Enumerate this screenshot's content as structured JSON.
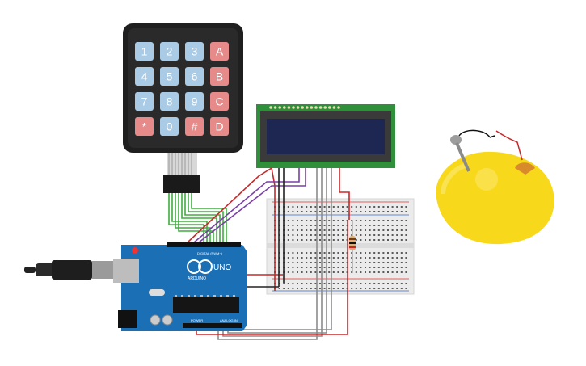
{
  "keypad": {
    "keys": [
      {
        "label": "1",
        "kind": "num"
      },
      {
        "label": "2",
        "kind": "num"
      },
      {
        "label": "3",
        "kind": "num"
      },
      {
        "label": "A",
        "kind": "letter"
      },
      {
        "label": "4",
        "kind": "num"
      },
      {
        "label": "5",
        "kind": "num"
      },
      {
        "label": "6",
        "kind": "num"
      },
      {
        "label": "B",
        "kind": "letter"
      },
      {
        "label": "7",
        "kind": "num"
      },
      {
        "label": "8",
        "kind": "num"
      },
      {
        "label": "9",
        "kind": "num"
      },
      {
        "label": "C",
        "kind": "letter"
      },
      {
        "label": "*",
        "kind": "letter"
      },
      {
        "label": "0",
        "kind": "num"
      },
      {
        "label": "#",
        "kind": "letter"
      },
      {
        "label": "D",
        "kind": "letter"
      }
    ]
  },
  "arduino": {
    "board_name": "UNO",
    "brand": "ARDUINO",
    "digital_label": "DIGITAL (PWM~)",
    "power_label": "POWER",
    "analog_label": "ANALOG IN"
  },
  "colors": {
    "keypad_body": "#1f1f1f",
    "key_num": "#a9cbe6",
    "key_letter": "#e68a8a",
    "lcd_pcb": "#2f8f3a",
    "lcd_screen": "#1e2752",
    "board": "#1b6fb5",
    "wire_green": "#3fae3f",
    "wire_red": "#c8282a",
    "wire_purple": "#7b3fa7",
    "wire_grey": "#8c8c8c",
    "wire_black": "#222222",
    "lemon": "#f7d81b"
  }
}
